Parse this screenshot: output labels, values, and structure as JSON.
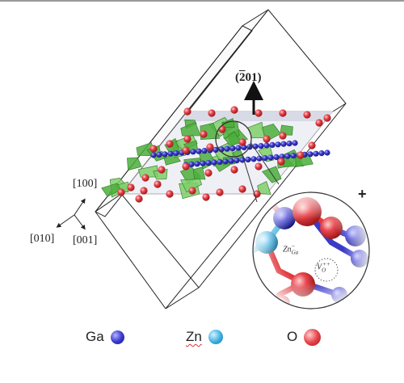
{
  "plane_label": "(̅201)",
  "plane_label_plain": "(̅201)",
  "axes": {
    "a100": "[100]",
    "a010": "[010]",
    "a001": "[001]"
  },
  "defects": {
    "zn": "Zn̅Ga",
    "vo": "Vₒ⁺⁺"
  },
  "charge": "+",
  "legend": [
    {
      "name": "Ga",
      "color": "#3a3ac8"
    },
    {
      "name": "Zn",
      "color": "#3aaee0"
    },
    {
      "name": "O",
      "color": "#e0363c"
    }
  ],
  "colors": {
    "ga": "#3a3ac8",
    "zn": "#3aaee0",
    "o": "#e0363c",
    "polyhedra": "#4cae3c"
  }
}
